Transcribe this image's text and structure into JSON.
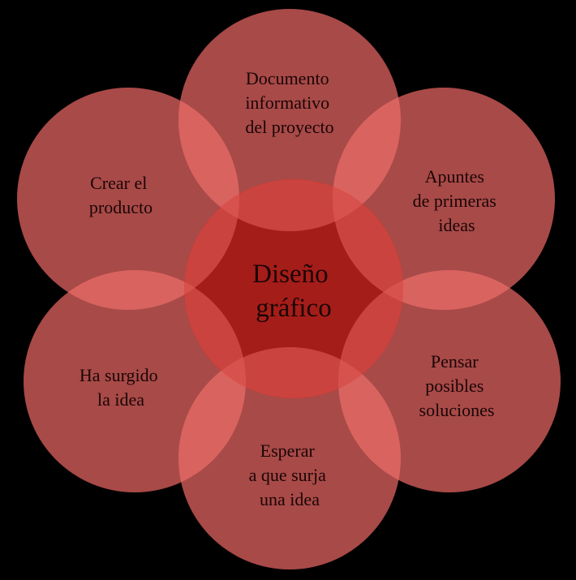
{
  "center": {
    "lines": [
      "Diseño",
      "gráfico"
    ],
    "color": "#a51d19"
  },
  "petals": [
    {
      "id": "documento",
      "lines": [
        "Documento",
        "informativo",
        "del proyecto"
      ]
    },
    {
      "id": "apuntes",
      "lines": [
        "Apuntes",
        "de primeras",
        "ideas"
      ]
    },
    {
      "id": "pensar",
      "lines": [
        "Pensar",
        "posibles",
        "soluciones"
      ]
    },
    {
      "id": "esperar",
      "lines": [
        "Esperar",
        "a que surja",
        "una idea"
      ]
    },
    {
      "id": "surgido",
      "lines": [
        "Ha surgido",
        "la idea"
      ]
    },
    {
      "id": "crear",
      "lines": [
        "Crear el",
        "producto"
      ]
    }
  ],
  "colors": {
    "background": "#000000",
    "petal_fill": "#a84a48",
    "overlap_highlight": "#e56a66",
    "center_fill": "#a51d19",
    "text": "#1a0505"
  }
}
